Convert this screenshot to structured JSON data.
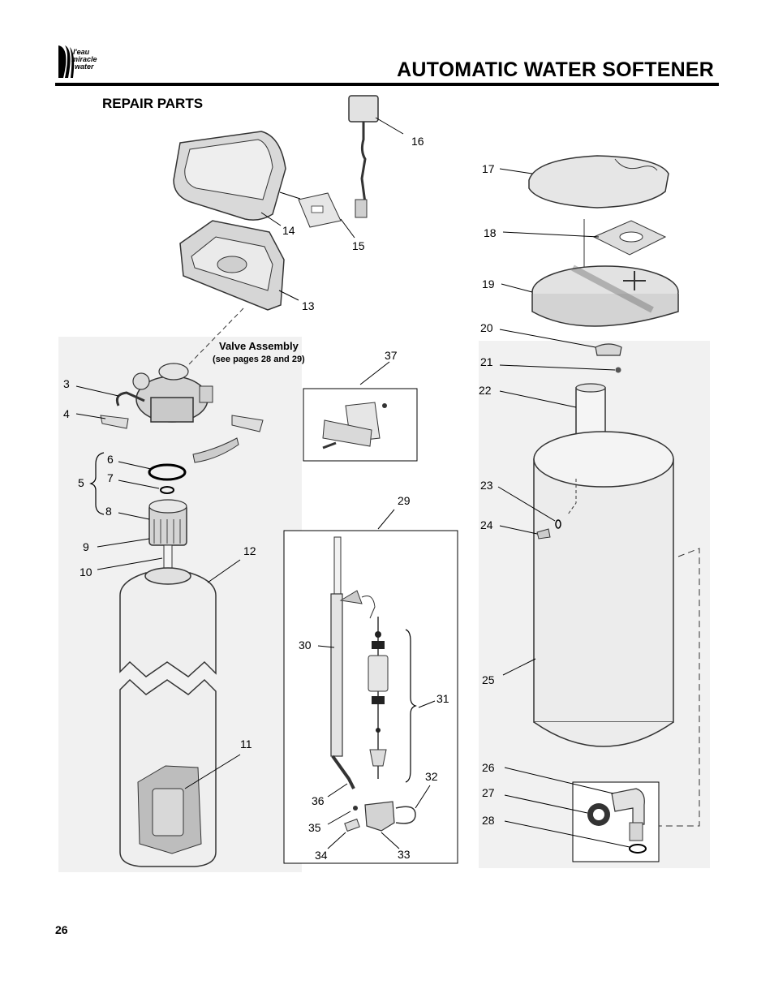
{
  "header": {
    "logo_text": [
      "l'eau",
      "miracle",
      "water"
    ],
    "title": "AUTOMATIC WATER SOFTENER"
  },
  "section_title": "REPAIR PARTS",
  "page_number": "26",
  "valve_assembly": {
    "title": "Valve Assembly",
    "subtitle": "(see pages 28 and 29)"
  },
  "callouts": {
    "c3": "3",
    "c4": "4",
    "c5": "5",
    "c6": "6",
    "c7": "7",
    "c8": "8",
    "c9": "9",
    "c10": "10",
    "c11": "11",
    "c12": "12",
    "c13": "13",
    "c14": "14",
    "c15": "15",
    "c16": "16",
    "c17": "17",
    "c18": "18",
    "c19": "19",
    "c20": "20",
    "c21": "21",
    "c22": "22",
    "c23": "23",
    "c24": "24",
    "c25": "25",
    "c26": "26",
    "c27": "27",
    "c28": "28",
    "c29": "29",
    "c30": "30",
    "c31": "31",
    "c32": "32",
    "c33": "33",
    "c34": "34",
    "c35": "35",
    "c36": "36",
    "c37": "37"
  }
}
